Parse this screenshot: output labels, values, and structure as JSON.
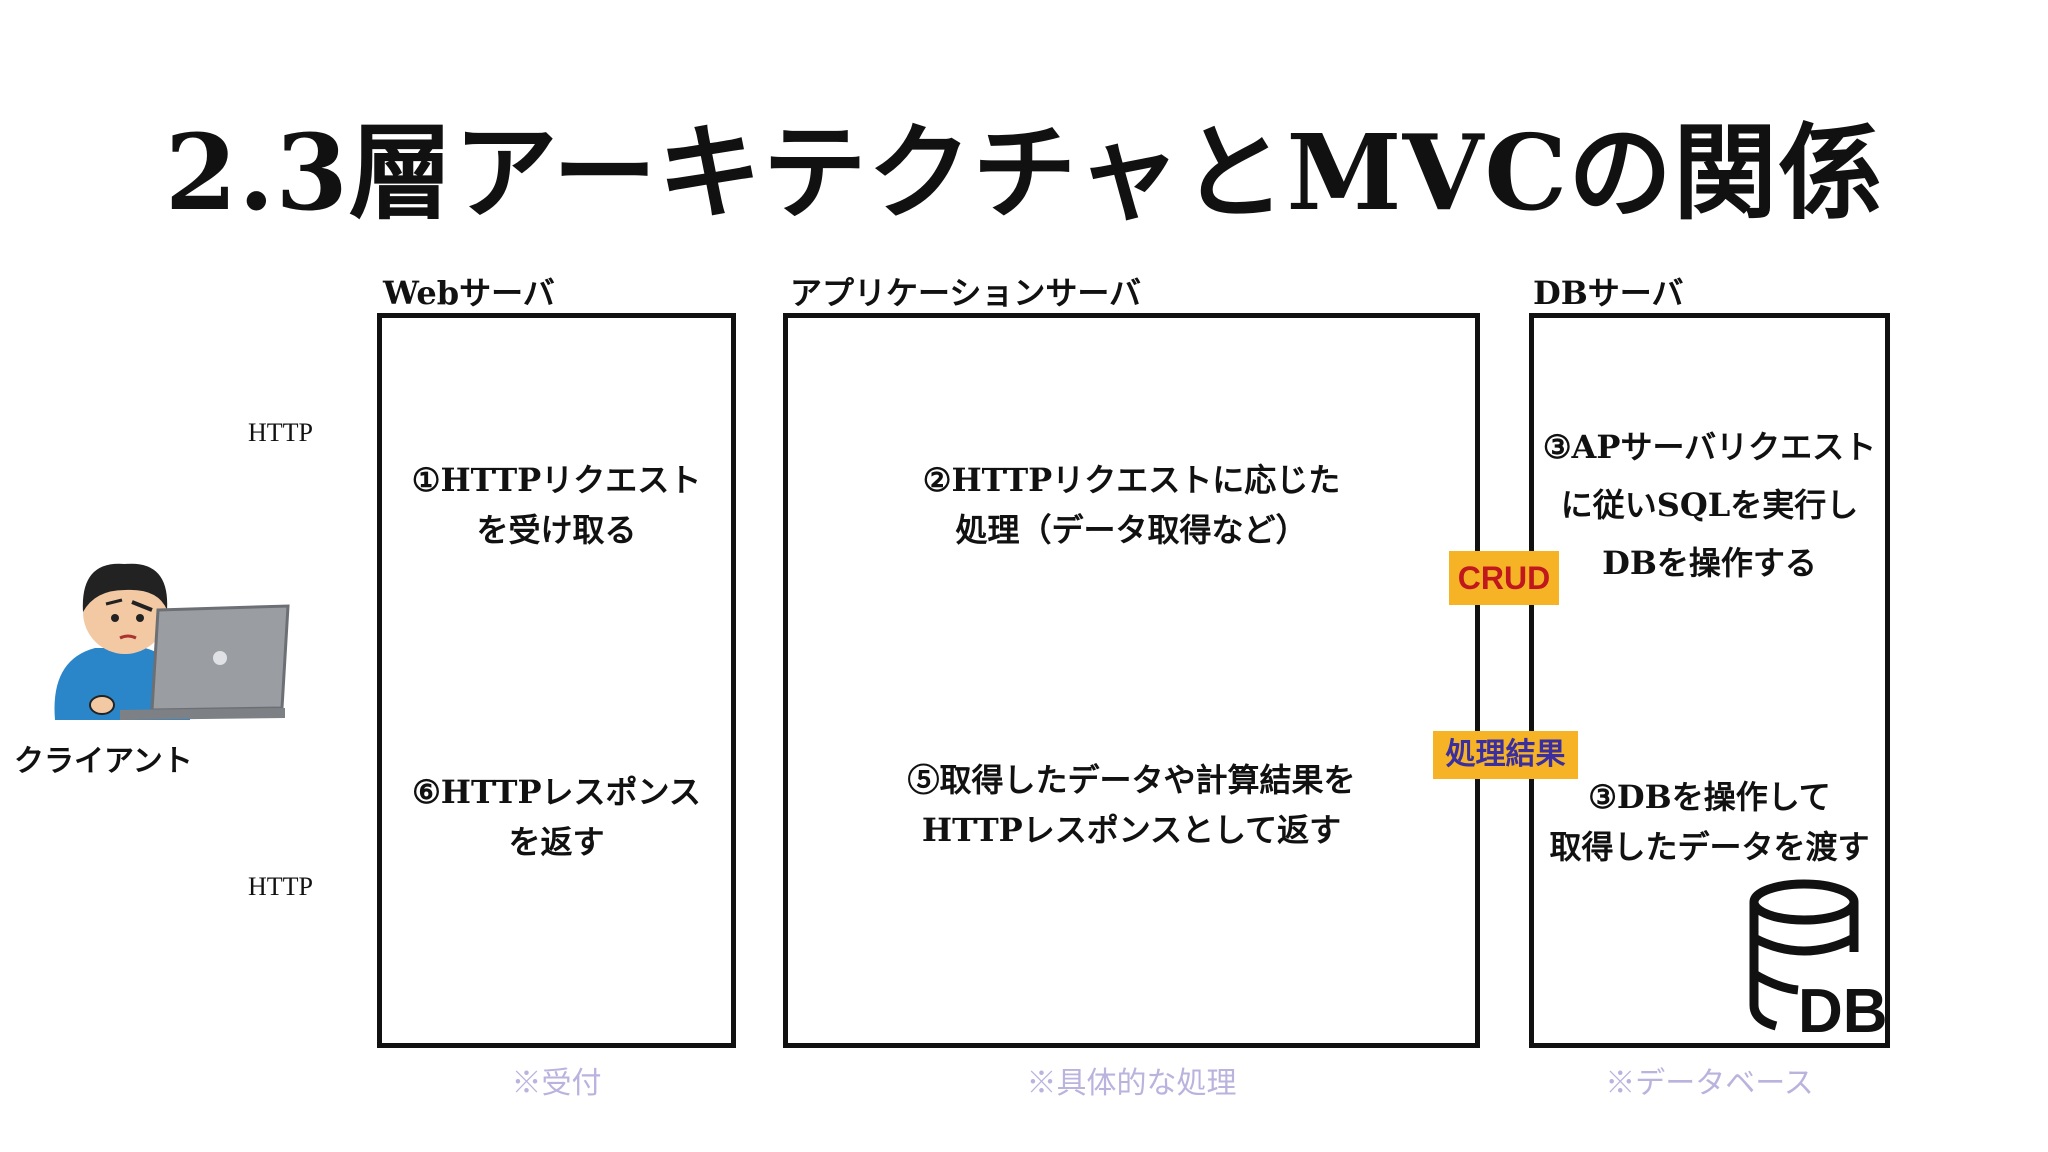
{
  "title": "2.3層アーキテクチャとMVCの関係",
  "client": {
    "label": "クライアント"
  },
  "http_labels": {
    "request": "HTTP",
    "response": "HTTP"
  },
  "servers": {
    "web": {
      "label": "Webサーバ",
      "request_step": [
        "①HTTPリクエスト",
        "を受け取る"
      ],
      "response_step": [
        "⑥HTTPレスポンス",
        "を返す"
      ],
      "note": "※受付"
    },
    "app": {
      "label": "アプリケーションサーバ",
      "request_step": [
        "②HTTPリクエストに応じた",
        "処理（データ取得など）"
      ],
      "response_step": [
        "⑤取得したデータや計算結果を",
        "HTTPレスポンスとして返す"
      ],
      "note": "※具体的な処理"
    },
    "db": {
      "label": "DBサーバ",
      "request_step": [
        "③APサーバリクエスト",
        "に従いSQLを実行し",
        "DBを操作する"
      ],
      "response_step": [
        "③DBを操作して",
        "取得したデータを渡す"
      ],
      "note": "※データベース",
      "icon_text": "DB"
    }
  },
  "tags": {
    "crud": "CRUD",
    "result": "処理結果"
  },
  "colors": {
    "request_arrow": "#1a8f2a",
    "response_arrow": "#3c78d8",
    "tag_bg": "#f5b325",
    "crud_text": "#c0181c",
    "result_text": "#3b2ea0",
    "note_text": "#b9b3de"
  },
  "icons": [
    "person-with-laptop-icon",
    "database-icon",
    "arrow-right-icon",
    "arrow-left-icon"
  ]
}
